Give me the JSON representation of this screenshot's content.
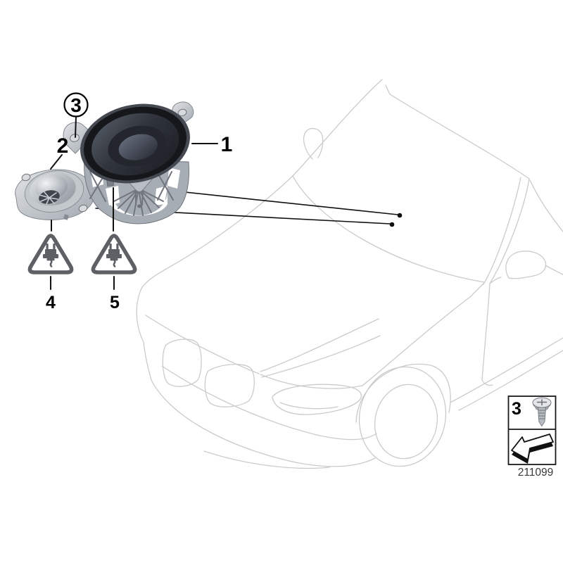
{
  "figure": {
    "doc_number": "211099",
    "type": "exploded-parts-diagram",
    "subject": "instrument-panel-speakers-with-car-front-outline"
  },
  "colors": {
    "background": "#ffffff",
    "car_outline": "#cbcbcb",
    "callout_text": "#000000",
    "leader_line": "#111111",
    "warning_symbol": "#5d6165",
    "legend_border": "#1a1a1a"
  },
  "callouts": {
    "item1": {
      "label": "1"
    },
    "item2": {
      "label": "2"
    },
    "item3": {
      "label": "3"
    },
    "item4": {
      "label": "4"
    },
    "item5": {
      "label": "5"
    }
  },
  "icons": {
    "warning_triangle_4": "connector-plug-warning-icon",
    "warning_triangle_5": "connector-plug-warning-icon",
    "legend_screw": "screw-icon",
    "legend_arrow": "direction-arrow-icon"
  },
  "legend": {
    "screw_ref": "3",
    "doc_number": "211099"
  }
}
